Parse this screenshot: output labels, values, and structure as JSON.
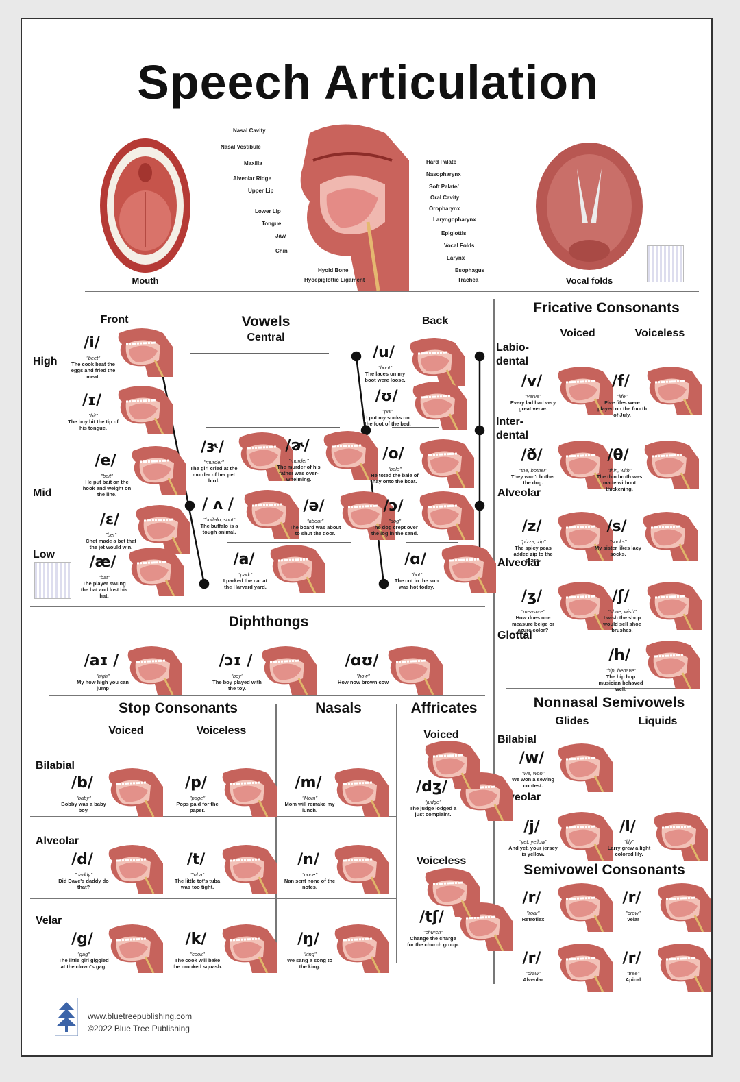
{
  "title": "Speech Articulation",
  "anatomy": {
    "mouth_caption": "Mouth",
    "vocal_caption": "Vocal folds",
    "left_labels": [
      "Nasal Cavity",
      "Nasal Vestibule",
      "Maxilla",
      "Alveolar Ridge",
      "Upper Lip",
      "Lower Lip",
      "Tongue",
      "Jaw",
      "Chin"
    ],
    "right_labels": [
      "Hard Palate",
      "Nasopharynx",
      "Soft Palate/",
      "Oral Cavity",
      "Oropharynx",
      "Laryngopharynx",
      "Epiglottis",
      "Vocal Folds",
      "Larynx",
      "Esophagus",
      "Trachea"
    ],
    "bottom_labels": [
      "Hyoid Bone",
      "Hyoepiglottic Ligament"
    ]
  },
  "vowels": {
    "title": "Vowels",
    "front": "Front",
    "central": "Central",
    "back": "Back",
    "high": "High",
    "mid": "Mid",
    "low": "Low",
    "items": [
      {
        "sym": "/i/",
        "kw": "\"beet\"",
        "s": "The cook beat the eggs and fried the meat."
      },
      {
        "sym": "/ɪ/",
        "kw": "\"bit\"",
        "s": "The boy bit the tip of his tongue."
      },
      {
        "sym": "/e/",
        "kw": "\"bait\"",
        "s": "He put bait on the hook and weight on the line."
      },
      {
        "sym": "/ɛ/",
        "kw": "\"bet\"",
        "s": "Chet made a bet that the jet would win."
      },
      {
        "sym": "/æ/",
        "kw": "\"bat\"",
        "s": "The player swung the bat and lost his hat."
      },
      {
        "sym": "/ɝ/",
        "kw": "\"murder\"",
        "s": "The girl cried at the murder of her pet bird."
      },
      {
        "sym": "/ɚ/",
        "kw": "\"murder\"",
        "s": "The murder of his father was over-whelming."
      },
      {
        "sym": "/ ʌ /",
        "kw": "\"buffalo, shut\"",
        "s": "The buffalo is a tough animal."
      },
      {
        "sym": "/ə/",
        "kw": "\"about\"",
        "s": "The board was about to shut the door."
      },
      {
        "sym": "/a/",
        "kw": "\"park\"",
        "s": "I parked the car at the Harvard yard."
      },
      {
        "sym": "/u/",
        "kw": "\"boot\"",
        "s": "The laces on my boot were loose."
      },
      {
        "sym": "/ʊ/",
        "kw": "\"put\"",
        "s": "I put my socks on the foot of the bed."
      },
      {
        "sym": "/o/",
        "kw": "\"bale\"",
        "s": "He toted the bale of hay onto the boat."
      },
      {
        "sym": "/ɔ/",
        "kw": "\"dog\"",
        "s": "The dog crept over the log in the sand."
      },
      {
        "sym": "/ɑ/",
        "kw": "\"hot\"",
        "s": "The cot in the sun was hot today."
      }
    ]
  },
  "diphthongs": {
    "title": "Diphthongs",
    "items": [
      {
        "sym": "/aɪ /",
        "kw": "\"high\"",
        "s": "My how high you can jump"
      },
      {
        "sym": "/ɔɪ /",
        "kw": "\"boy\"",
        "s": "The boy played with the toy."
      },
      {
        "sym": "/ɑʊ/",
        "kw": "\"how\"",
        "s": "How now brown cow"
      }
    ]
  },
  "fricatives": {
    "title": "Fricative Consonants",
    "voiced": "Voiced",
    "voiceless": "Voiceless",
    "places": [
      "Labio-\ndental",
      "Inter-\ndental",
      "Alveolar",
      "Alveolar",
      "Glottal"
    ],
    "items": [
      {
        "sym": "/v/",
        "kw": "\"verve\"",
        "s": "Every lad had very great verve."
      },
      {
        "sym": "/f/",
        "kw": "\"life\"",
        "s": "Five fifes were played on the fourth of July."
      },
      {
        "sym": "/ð/",
        "kw": "\"the, bother\"",
        "s": "They won't bother the dog."
      },
      {
        "sym": "/θ/",
        "kw": "\"thin, with\"",
        "s": "The thin broth was made without thickening."
      },
      {
        "sym": "/z/",
        "kw": "\"pizza, zip\"",
        "s": "The spicy peas added zip to the pizza."
      },
      {
        "sym": "/s/",
        "kw": "\"socks\"",
        "s": "My sister likes lacy socks."
      },
      {
        "sym": "/ʒ/",
        "kw": "\"measure\"",
        "s": "How does one measure beige or azure color?"
      },
      {
        "sym": "/ʃ/",
        "kw": "\"shoe, wish\"",
        "s": "I wish the shop would sell shoe brushes."
      },
      {
        "sym": "/h/",
        "kw": "\"hip, behave\"",
        "s": "The hip hop musician behaved well."
      }
    ]
  },
  "stops": {
    "title": "Stop Consonants",
    "voiced": "Voiced",
    "voiceless": "Voiceless",
    "places": [
      "Bilabial",
      "Alveolar",
      "Velar"
    ],
    "items": [
      {
        "sym": "/b/",
        "kw": "\"baby\"",
        "s": "Bobby was a baby boy."
      },
      {
        "sym": "/p/",
        "kw": "\"page\"",
        "s": "Pops paid for the paper."
      },
      {
        "sym": "/d/",
        "kw": "\"daddy\"",
        "s": "Did Dave's daddy do that?"
      },
      {
        "sym": "/t/",
        "kw": "\"tuba\"",
        "s": "The little tot's tuba was too tight."
      },
      {
        "sym": "/g/",
        "kw": "\"gag\"",
        "s": "The little girl giggled at the clown's gag."
      },
      {
        "sym": "/k/",
        "kw": "\"cook\"",
        "s": "The cook will bake the crooked squash."
      }
    ]
  },
  "nasals": {
    "title": "Nasals",
    "items": [
      {
        "sym": "/m/",
        "kw": "\"Mom\"",
        "s": "Mom will remake my lunch."
      },
      {
        "sym": "/n/",
        "kw": "\"none\"",
        "s": "Nan sent none of the notes."
      },
      {
        "sym": "/ŋ/",
        "kw": "\"king\"",
        "s": "We sang a song to the king."
      }
    ]
  },
  "affricates": {
    "title": "Affricates",
    "voiced": "Voiced",
    "voiceless": "Voiceless",
    "items": [
      {
        "sym": "/dʒ/",
        "kw": "\"judge\"",
        "s": "The judge lodged a just complaint."
      },
      {
        "sym": "/tʃ/",
        "kw": "\"church\"",
        "s": "Change the charge for the church group."
      }
    ]
  },
  "semivowels": {
    "title": "Nonnasal Semivowels",
    "glides": "Glides",
    "liquids": "Liquids",
    "places": [
      "Bilabial",
      "Alveolar"
    ],
    "items": [
      {
        "sym": "/w/",
        "kw": "\"we, won\"",
        "s": "We won a sewing contest."
      },
      {
        "sym": "/j/",
        "kw": "\"yet, yellow\"",
        "s": "And yet, your jersey is yellow."
      },
      {
        "sym": "/l/",
        "kw": "\"lily\"",
        "s": "Larry grew a light colored lily."
      }
    ]
  },
  "semiconsonants": {
    "title": "Semivowel Consonants",
    "items": [
      {
        "sym": "/r/",
        "kw": "\"roar\"",
        "s": "Retroflex"
      },
      {
        "sym": "/r/",
        "kw": "\"crow\"",
        "s": "Velar"
      },
      {
        "sym": "/r/",
        "kw": "\"draw\"",
        "s": "Alveolar"
      },
      {
        "sym": "/r/",
        "kw": "\"tree\"",
        "s": "Apical"
      }
    ]
  },
  "footer": {
    "url": "www.bluetreepublishing.com",
    "copy": "©2022 Blue Tree Publishing"
  }
}
